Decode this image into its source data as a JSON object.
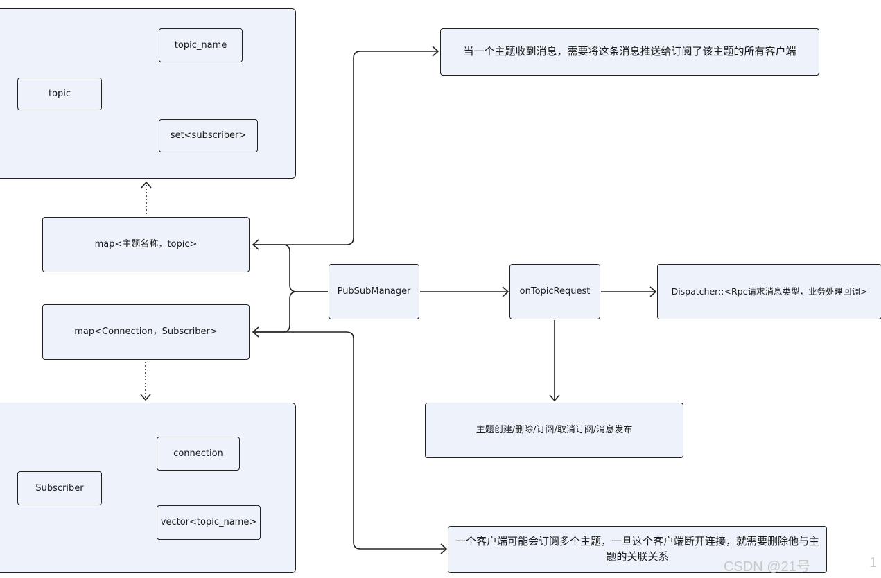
{
  "diagram": {
    "nodes": {
      "topic_group": "",
      "topic": "topic",
      "topic_name": "topic_name",
      "set_subscriber": "set<subscriber>",
      "map_topic": "map<主题名称，topic>",
      "map_conn": "map<Connection，Subscriber>",
      "subscriber_group": "",
      "subscriber": "Subscriber",
      "connection": "connection",
      "vector_topic_name": "vector<topic_name>",
      "pubsub": "PubSubManager",
      "on_topic_request": "onTopicRequest",
      "dispatcher": "Dispatcher::<Rpc请求消息类型，业务处理回调>",
      "ops": "主题创建/删除/订阅/取消订阅/消息发布",
      "note_push": "当一个主题收到消息，需要将这条消息推送给订阅了该主题的所有客户端",
      "note_disconnect": "一个客户端可能会订阅多个主题，一旦这个客户端断开连接，就需要删除他与主题的关联关系"
    }
  },
  "watermark": {
    "text": "CSDN @21号",
    "page_number": "1"
  },
  "colors": {
    "node_fill": "#eef2fb",
    "stroke": "#222222",
    "watermark": "#c8c8c8"
  }
}
